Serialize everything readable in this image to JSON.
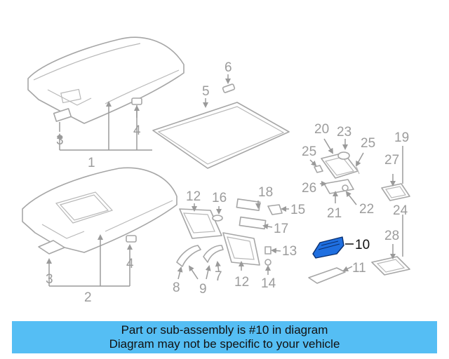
{
  "callouts": {
    "c1": "1",
    "c2": "2",
    "c3a": "3",
    "c3b": "3",
    "c4a": "4",
    "c4b": "4",
    "c5": "5",
    "c6": "6",
    "c7": "7",
    "c8": "8",
    "c9": "9",
    "c10": "10",
    "c11": "11",
    "c12a": "12",
    "c12b": "12",
    "c13": "13",
    "c14": "14",
    "c15": "15",
    "c16": "16",
    "c17": "17",
    "c18": "18",
    "c19": "19",
    "c20": "20",
    "c21": "21",
    "c22": "22",
    "c23": "23",
    "c24": "24",
    "c25a": "25",
    "c25b": "25",
    "c26": "26",
    "c27": "27",
    "c28": "28"
  },
  "highlight": {
    "part_number": "10",
    "color": "#1f6fe0"
  },
  "notice": {
    "line1": "Part or sub-assembly is #10 in diagram",
    "line2": "Diagram may not be specific to your vehicle",
    "background": "#55bef4"
  }
}
